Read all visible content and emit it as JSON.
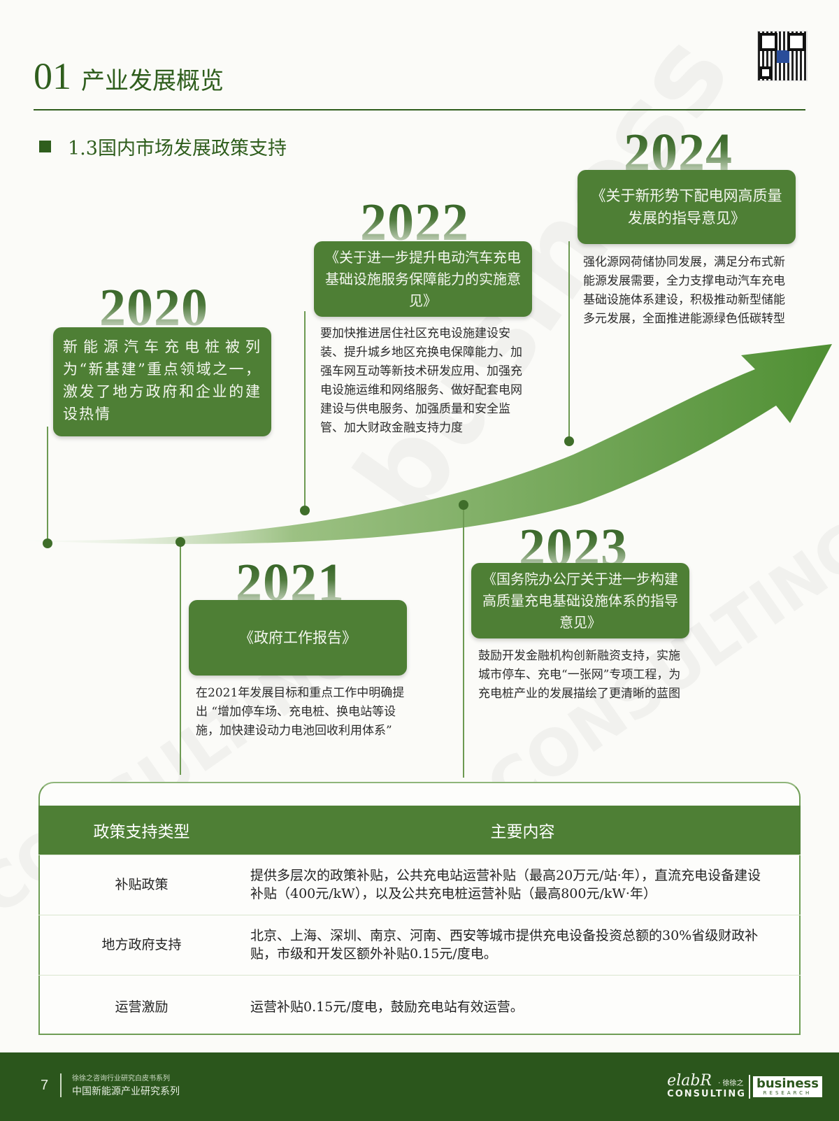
{
  "header": {
    "section_number": "01",
    "section_title": "产业发展概览"
  },
  "subsection": {
    "title": "1.3国内市场发展政策支持"
  },
  "timeline": [
    {
      "year": "2020",
      "box_text": "新能源汽车充电桩被列为“新基建”重点领域之一，激发了地方政府和企业的建设热情",
      "description": ""
    },
    {
      "year": "2021",
      "box_text": "《政府工作报告》",
      "description": "在2021年发展目标和重点工作中明确提出 “增加停车场、充电桩、换电站等设施，加快建设动力电池回收利用体系”"
    },
    {
      "year": "2022",
      "box_text": "《关于进一步提升电动汽车充电基础设施服务保障能力的实施意见》",
      "description": "要加快推进居住社区充电设施建设安装、提升城乡地区充换电保障能力、加强车网互动等新技术研发应用、加强充电设施运维和网络服务、做好配套电网建设与供电服务、加强质量和安全监管、加大财政金融支持力度"
    },
    {
      "year": "2023",
      "box_text": "《国务院办公厅关于进一步构建高质量充电基础设施体系的指导意见》",
      "description": "鼓励开发金融机构创新融资支持，实施城市停车、充电“一张网”专项工程，为充电桩产业的发展描绘了更清晰的蓝图"
    },
    {
      "year": "2024",
      "box_text": "《关于新形势下配电网高质量发展的指导意见》",
      "description": "强化源网荷储协同发展，满足分布式新能源发展需要，全力支撑电动汽车充电基础设施体系建设，积极推动新型储能多元发展，全面推进能源绿色低碳转型"
    }
  ],
  "table": {
    "headers": [
      "政策支持类型",
      "主要内容"
    ],
    "rows": [
      {
        "type": "补贴政策",
        "content": "提供多层次的政策补贴，公共充电站运营补贴（最高20万元/站·年），直流充电设备建设补贴（400元/kW），以及公共充电桩运营补贴（最高800元/kW·年）"
      },
      {
        "type": "地方政府支持",
        "content": "北京、上海、深圳、南京、河南、西安等城市提供充电设备投资总额的30%省级财政补贴，市级和开发区额外补贴0.15元/度电。"
      },
      {
        "type": "运营激励",
        "content": "运营补贴0.15元/度电，鼓励充电站有效运营。"
      }
    ]
  },
  "footer": {
    "page_number": "7",
    "series_line1": "徐徐之咨询行业研究白皮书系列",
    "series_line2": "中国新能源产业研究系列",
    "brand_script": "elabR",
    "brand_cn": "· 徐徐之",
    "brand_consulting": "CONSULTING",
    "brand_business": "business",
    "brand_research": "RESEARCH"
  },
  "colors": {
    "primary_green": "#4e7f35",
    "dark_green": "#2f5e1d",
    "footer_green": "#2b561c"
  }
}
